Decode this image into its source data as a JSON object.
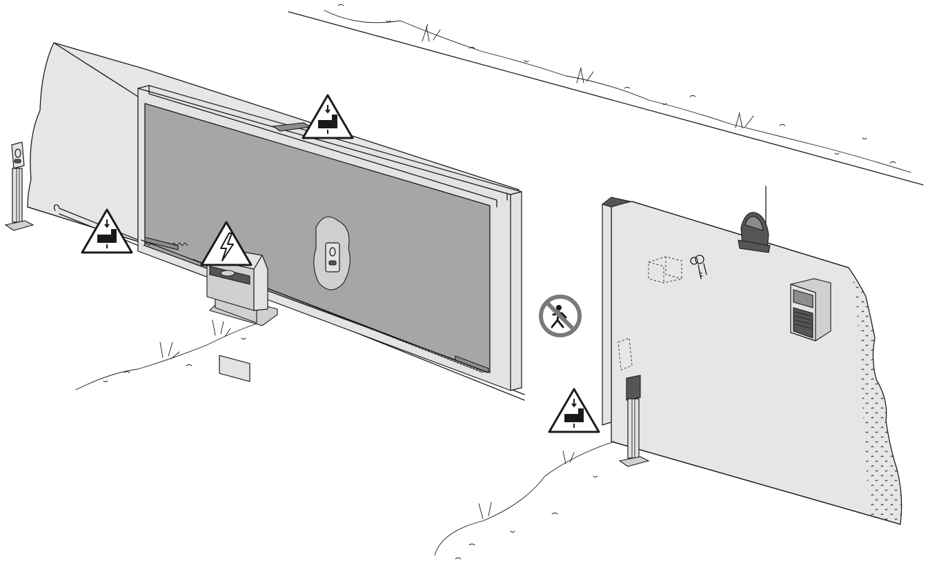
{
  "diagram": {
    "components": [
      {
        "id": "fence-wall-left",
        "icon": "concrete-wall"
      },
      {
        "id": "fence-wall-right",
        "icon": "concrete-wall"
      },
      {
        "id": "sliding-gate-leaf",
        "icon": "sliding-gate"
      },
      {
        "id": "gate-motor",
        "icon": "gearmotor"
      },
      {
        "id": "toothed-rack",
        "icon": "rack"
      },
      {
        "id": "key-selector-post",
        "icon": "key-selector"
      },
      {
        "id": "photocell-column",
        "icon": "photocell"
      },
      {
        "id": "flashing-light-antenna",
        "icon": "flashing-lamp"
      },
      {
        "id": "control-panel-box",
        "icon": "control-box"
      },
      {
        "id": "key-release",
        "icon": "keys"
      },
      {
        "id": "embedded-receiver",
        "icon": "receiver"
      }
    ],
    "warning_signs": [
      {
        "id": "crush-hazard-top",
        "icon": "crush-hazard-icon"
      },
      {
        "id": "crush-hazard-left",
        "icon": "crush-hazard-icon"
      },
      {
        "id": "crush-hazard-right",
        "icon": "crush-hazard-icon"
      },
      {
        "id": "electric-hazard",
        "icon": "high-voltage-icon"
      },
      {
        "id": "no-pedestrian",
        "icon": "no-pedestrian-icon"
      }
    ],
    "colors": {
      "wall": "#e6e6e6",
      "gate_panel": "#a6a6a6",
      "gate_frame": "#e3e3e3",
      "outline": "#1a1a1a",
      "sign_fill": "#ffffff",
      "prohibition": "#7a7a7a"
    }
  }
}
